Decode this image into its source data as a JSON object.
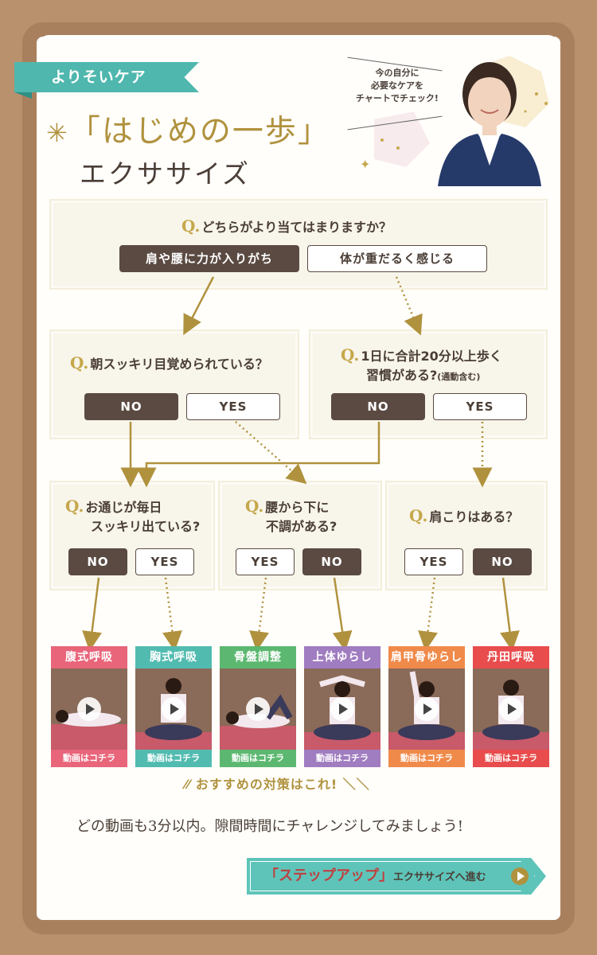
{
  "header": {
    "tag": "よりそいケア",
    "title_main": "「はじめの一歩」",
    "title_sub": "エクササイズ",
    "speech": [
      "今の自分に",
      "必要なケアを",
      "チャートでチェック!"
    ]
  },
  "questions": {
    "q1": {
      "mark": "Q.",
      "text": "どちらがより当てはまりますか？",
      "options": [
        "肩や腰に力が入りがち",
        "体が重だるく感じる"
      ]
    },
    "q2": {
      "mark": "Q.",
      "text": "朝スッキリ目覚められている？",
      "no": "NO",
      "yes": "YES"
    },
    "q3": {
      "mark": "Q.",
      "line1": "1日に合計20分以上歩く",
      "line2": "習慣がある?",
      "note": "(通動含む)",
      "no": "NO",
      "yes": "YES"
    },
    "q4": {
      "mark": "Q.",
      "line1": "お通じが毎日",
      "line2": "スッキリ出ている?",
      "no": "NO",
      "yes": "YES"
    },
    "q5": {
      "mark": "Q.",
      "line1": "腰から下に",
      "line2": "不調がある?",
      "yes": "YES",
      "no": "NO"
    },
    "q6": {
      "mark": "Q.",
      "text": "肩こりはある？",
      "yes": "YES",
      "no": "NO"
    }
  },
  "videos": [
    {
      "title": "腹式呼吸",
      "footer": "動画はコチラ",
      "color": "#e8657a"
    },
    {
      "title": "胸式呼吸",
      "footer": "動画はコチラ",
      "color": "#52bbb0"
    },
    {
      "title": "骨盤調整",
      "footer": "動画はコチラ",
      "color": "#5cb870"
    },
    {
      "title": "上体ゆらし",
      "footer": "動画はコチラ",
      "color": "#a07cc0"
    },
    {
      "title": "肩甲骨ゆらし",
      "footer": "動画はコチラ",
      "color": "#f08a4a"
    },
    {
      "title": "丹田呼吸",
      "footer": "動画はコチラ",
      "color": "#e84c4c"
    }
  ],
  "recommend": "おすすめの対策はこれ!",
  "subtext": "どの動画も3分以内。隙間時間にチャレンジしてみましょう!",
  "cta": {
    "main": "「ステップアップ」",
    "sub": "エクササイズへ進む"
  },
  "colors": {
    "frame": "#a9805e",
    "accent_gold": "#b0923e",
    "teal": "#4fb7ad",
    "dark_button": "#5a4a42"
  }
}
